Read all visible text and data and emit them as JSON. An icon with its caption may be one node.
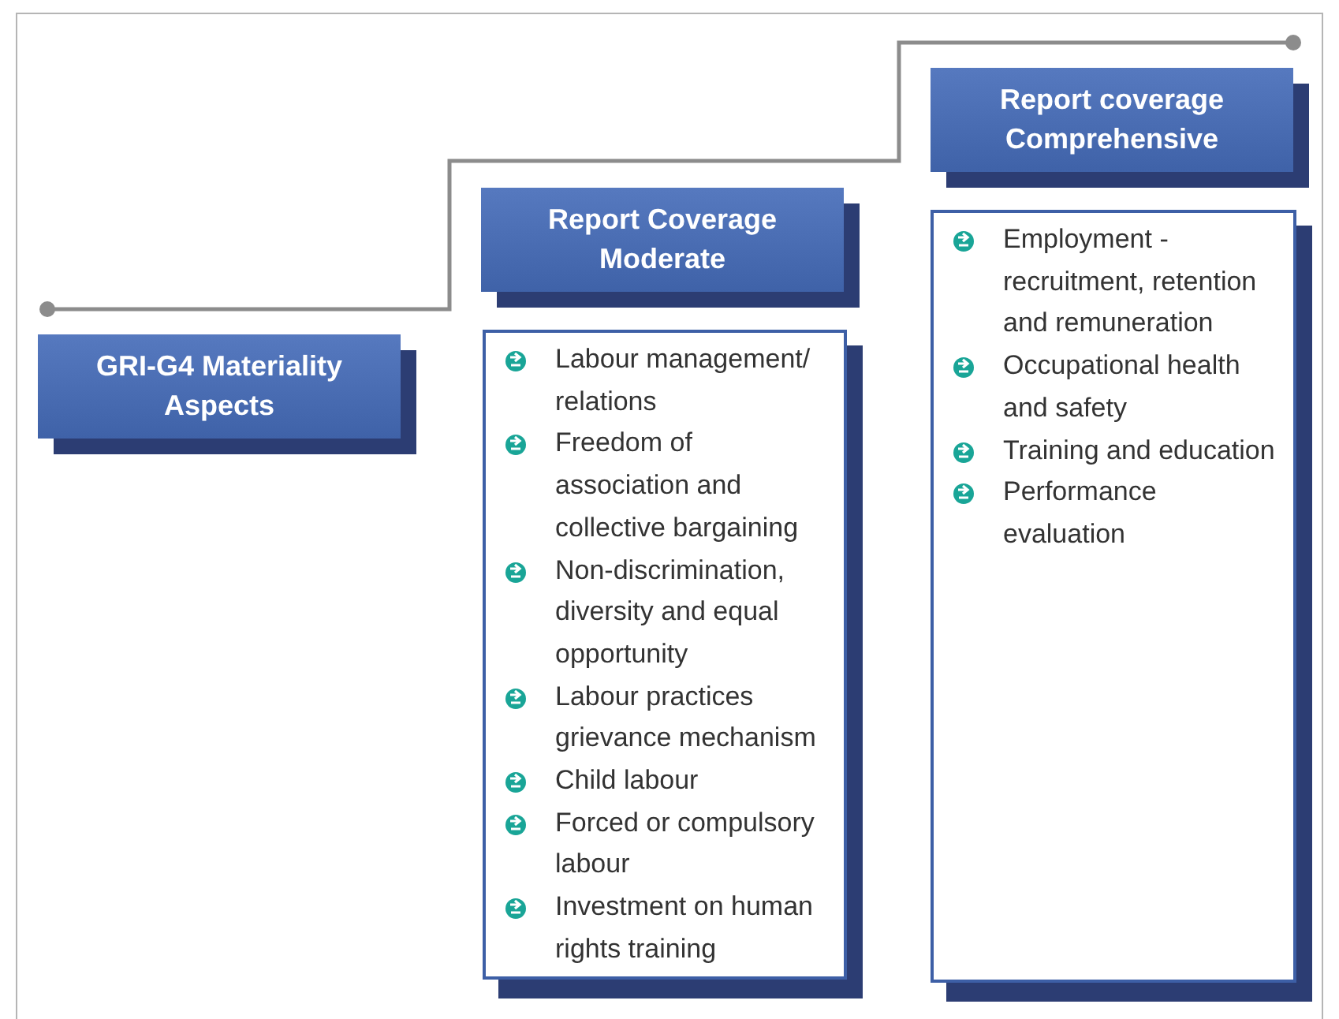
{
  "diagram": {
    "nodes": [
      {
        "text": [
          "GRI-G4 Materiality Aspects"
        ]
      },
      {
        "text": [
          "Report Coverage Moderate"
        ]
      },
      {
        "text": [
          "Labour management/ relations",
          "Freedom of association and collective bargaining",
          "Non-discrimination, diversity and equal opportunity",
          "Labour practices grievance mechanism",
          "Child labour",
          "Forced or compulsory labour",
          "Investment on human rights training"
        ]
      },
      {
        "text": [
          "Report coverage Comprehensive"
        ]
      },
      {
        "text": [
          "Employment - recruitment, retention and remuneration",
          "Occupational health and safety",
          "Training and education",
          "Performance evaluation"
        ]
      }
    ]
  }
}
